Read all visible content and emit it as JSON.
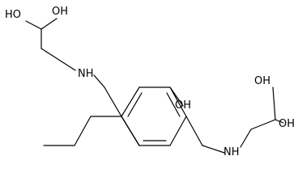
{
  "molecule": {
    "atom_labels": {
      "oh_top_left": "HO",
      "oh_top_right": "OH",
      "nh_upper": "NH",
      "oh_ring": "OH",
      "nh_lower": "NH",
      "oh_right_top": "OH",
      "oh_right_bottom": "OH"
    },
    "colors": {
      "bond": "#000000",
      "label": "#000000",
      "background": "#ffffff"
    }
  }
}
